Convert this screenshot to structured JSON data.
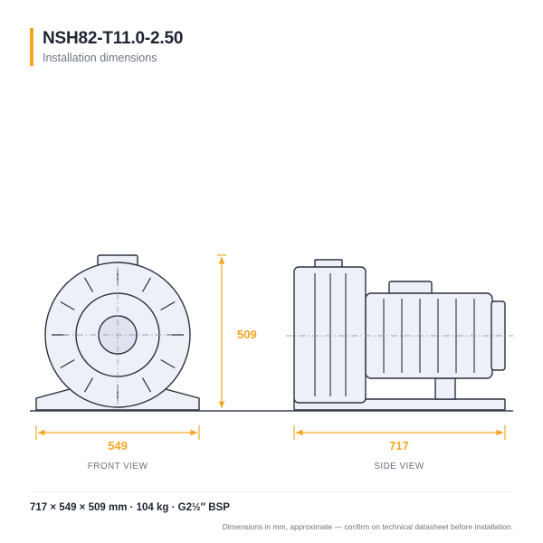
{
  "header": {
    "title": "NSH82-T11.0-2.50",
    "subtitle": "Installation dimensions"
  },
  "dimensions": {
    "front_width": "549",
    "height": "509",
    "side_length": "717"
  },
  "views": {
    "front": "FRONT VIEW",
    "side": "SIDE VIEW"
  },
  "footer": {
    "specs": "717 × 549 × 509 mm  ·  104 kg  ·  G2½″ BSP",
    "note": "Dimensions in mm, approximate — confirm on technical datasheet before installation."
  },
  "colors": {
    "accent": "#f5a623",
    "outline": "#2a3140",
    "body_fill": "#eef0f7",
    "ground": "#3a4150"
  }
}
